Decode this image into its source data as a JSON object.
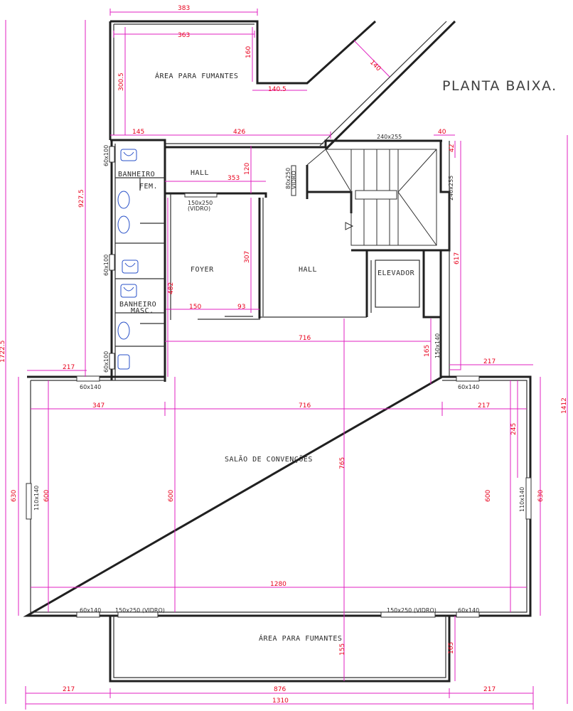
{
  "title": "PLANTA BAIXA.",
  "rooms": {
    "area_fumantes_top": "ÁREA PARA FUMANTES",
    "area_fumantes_bottom": "ÁREA PARA FUMANTES",
    "hall_upper": "HALL",
    "hall_center": "HALL",
    "foyer": "FOYER",
    "elevador": "ELEVADOR",
    "banheiro_fem_1": "BANHEIRO",
    "banheiro_fem_2": "FEM.",
    "banheiro_masc_1": "BANHEIRO",
    "banheiro_masc_2": "MASC.",
    "salao": "SALÃO DE CONVENÇÕES"
  },
  "frames": {
    "vidro_top_1": "150x250",
    "vidro_top_2": "(VIDRO)",
    "vidro_80_1": "80x250",
    "vidro_80_2": "VIDRO",
    "janela_fem": "60x100",
    "janela_fem2": "60x100",
    "janela_masc": "60x100",
    "janela_bottom_left": "60x140",
    "janela_left_side": "110x140",
    "janela_right_side": "110x140",
    "janela_top_right": "60x140",
    "janela_bottom_1": "60x140",
    "vidro_bottom_1": "150x250 (VIDRO)",
    "vidro_bottom_2": "150x250 (VIDRO)",
    "janela_bottom_2": "60x140",
    "escada": "240x255",
    "escada_v": "240x255",
    "porta_150x140": "150x140"
  },
  "dimensions": {
    "d383": "383",
    "d363": "363",
    "d160": "160",
    "d140_5": "140.5",
    "d140": "140",
    "d300_5": "300.5",
    "d145": "145",
    "d426": "426",
    "d40": "40",
    "d42": "42",
    "d120": "120",
    "d353": "353",
    "d307": "307",
    "d482": "482",
    "d150": "150",
    "d93": "93",
    "d617": "617",
    "d927_5": "927.5",
    "d1722_5": "1722.5",
    "d1412": "1412",
    "d716_a": "716",
    "d165_a": "165",
    "d217_a": "217",
    "d217_b": "217",
    "d347": "347",
    "d716_b": "716",
    "d217_c": "217",
    "d245": "245",
    "d765": "765",
    "d630_l": "630",
    "d600_l": "600",
    "d600_m": "600",
    "d600_r": "600",
    "d630_r": "630",
    "d1280": "1280",
    "d155": "155",
    "d165_b": "165",
    "d217_d": "217",
    "d876": "876",
    "d217_e": "217",
    "d1310": "1310"
  },
  "colors": {
    "dimension_line": "#e020c0",
    "dimension_text": "#e8001c",
    "walls": "#202020",
    "fixtures": "#2850c8"
  }
}
